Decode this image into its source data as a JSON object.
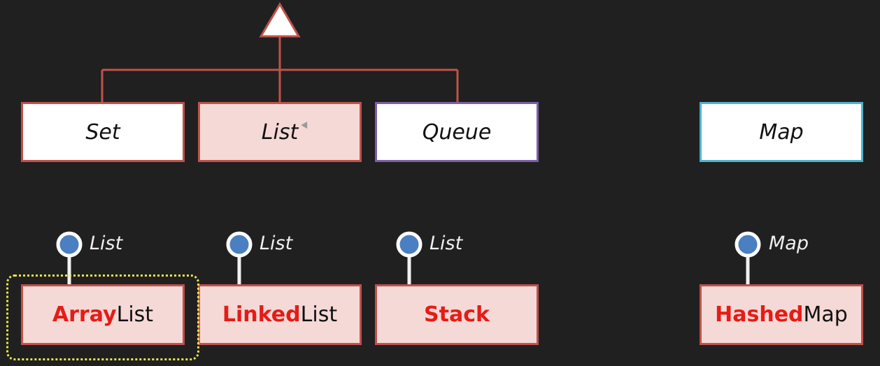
{
  "diagram": {
    "interfaces": [
      {
        "id": "set",
        "label": "Set"
      },
      {
        "id": "list",
        "label": "List"
      },
      {
        "id": "queue",
        "label": "Queue"
      },
      {
        "id": "map",
        "label": "Map"
      }
    ],
    "implementations": [
      {
        "id": "arraylist",
        "strong": "Array",
        "rest": "List",
        "interface": "List"
      },
      {
        "id": "linkedlist",
        "strong": "Linked",
        "rest": "List",
        "interface": "List"
      },
      {
        "id": "stack",
        "strong": "Stack",
        "rest": "",
        "interface": "List"
      },
      {
        "id": "hashedmap",
        "strong": "Hashed",
        "rest": "Map",
        "interface": "Map"
      }
    ],
    "colors": {
      "background": "#202020",
      "set_border": "#c0524a",
      "list_border": "#c0524a",
      "list_fill": "#f5d9d6",
      "queue_border": "#7d5fa6",
      "map_border": "#4fb3cf",
      "connector": "#c0524a",
      "lollipop_fill": "#4a7fc1",
      "highlight": "#e51c16",
      "selection": "#e8e64a"
    },
    "selected": "arraylist"
  }
}
